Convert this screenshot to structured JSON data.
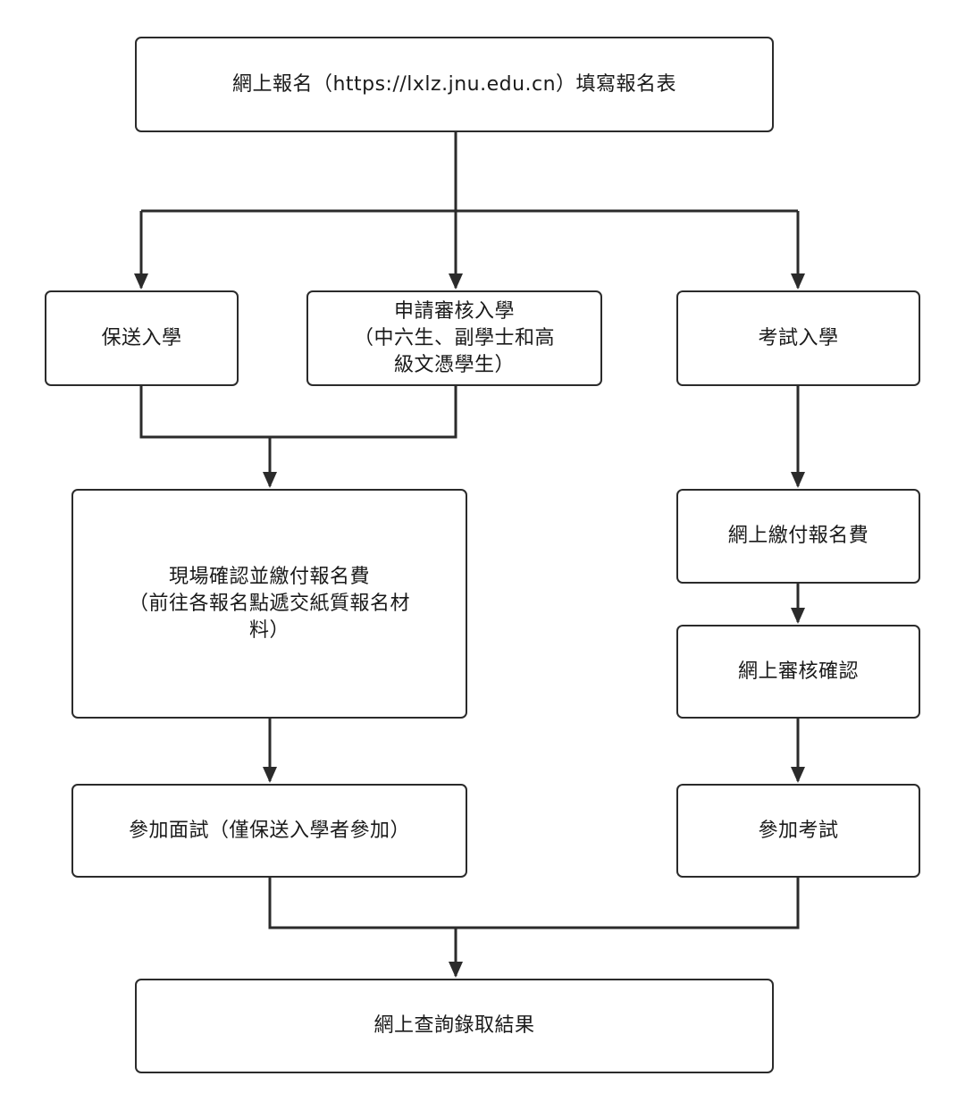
{
  "flowchart": {
    "register": "網上報名（https://lxlz.jnu.edu.cn）填寫報名表",
    "recommend": "保送入學",
    "apply": {
      "line1": "申請審核入學",
      "line2": "（中六生、副學士和高",
      "line3": "級文憑學生）"
    },
    "exam_admission": "考試入學",
    "onsite": {
      "line1": "現場確認並繳付報名費",
      "line2": "（前往各報名點遞交紙質報名材",
      "line3": "料）"
    },
    "pay_online": "網上繳付報名費",
    "review_online": "網上審核確認",
    "interview": "參加面試（僅保送入學者參加）",
    "take_exam": "參加考試",
    "result": "網上查詢錄取結果"
  }
}
